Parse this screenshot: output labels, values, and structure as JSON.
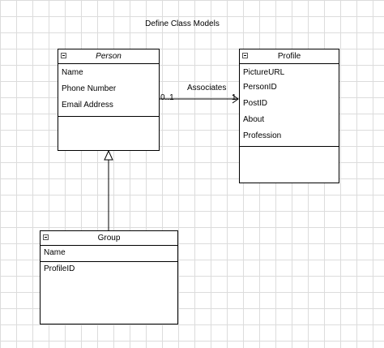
{
  "diagram": {
    "title": "Define Class Models",
    "classes": {
      "person": {
        "name": "Person",
        "attributes": [
          "Name",
          "Phone Number",
          "Email Address"
        ]
      },
      "profile": {
        "name": "Profile",
        "attributes": [
          "PictureURL",
          "PersonID",
          "PostID",
          "About",
          "Profession"
        ]
      },
      "group": {
        "name": "Group",
        "attributes": [
          "Name"
        ],
        "section2": [
          "ProfileID"
        ]
      }
    },
    "association": {
      "label": "Associates",
      "source_multiplicity": "0..1",
      "target_multiplicity": "1"
    }
  }
}
